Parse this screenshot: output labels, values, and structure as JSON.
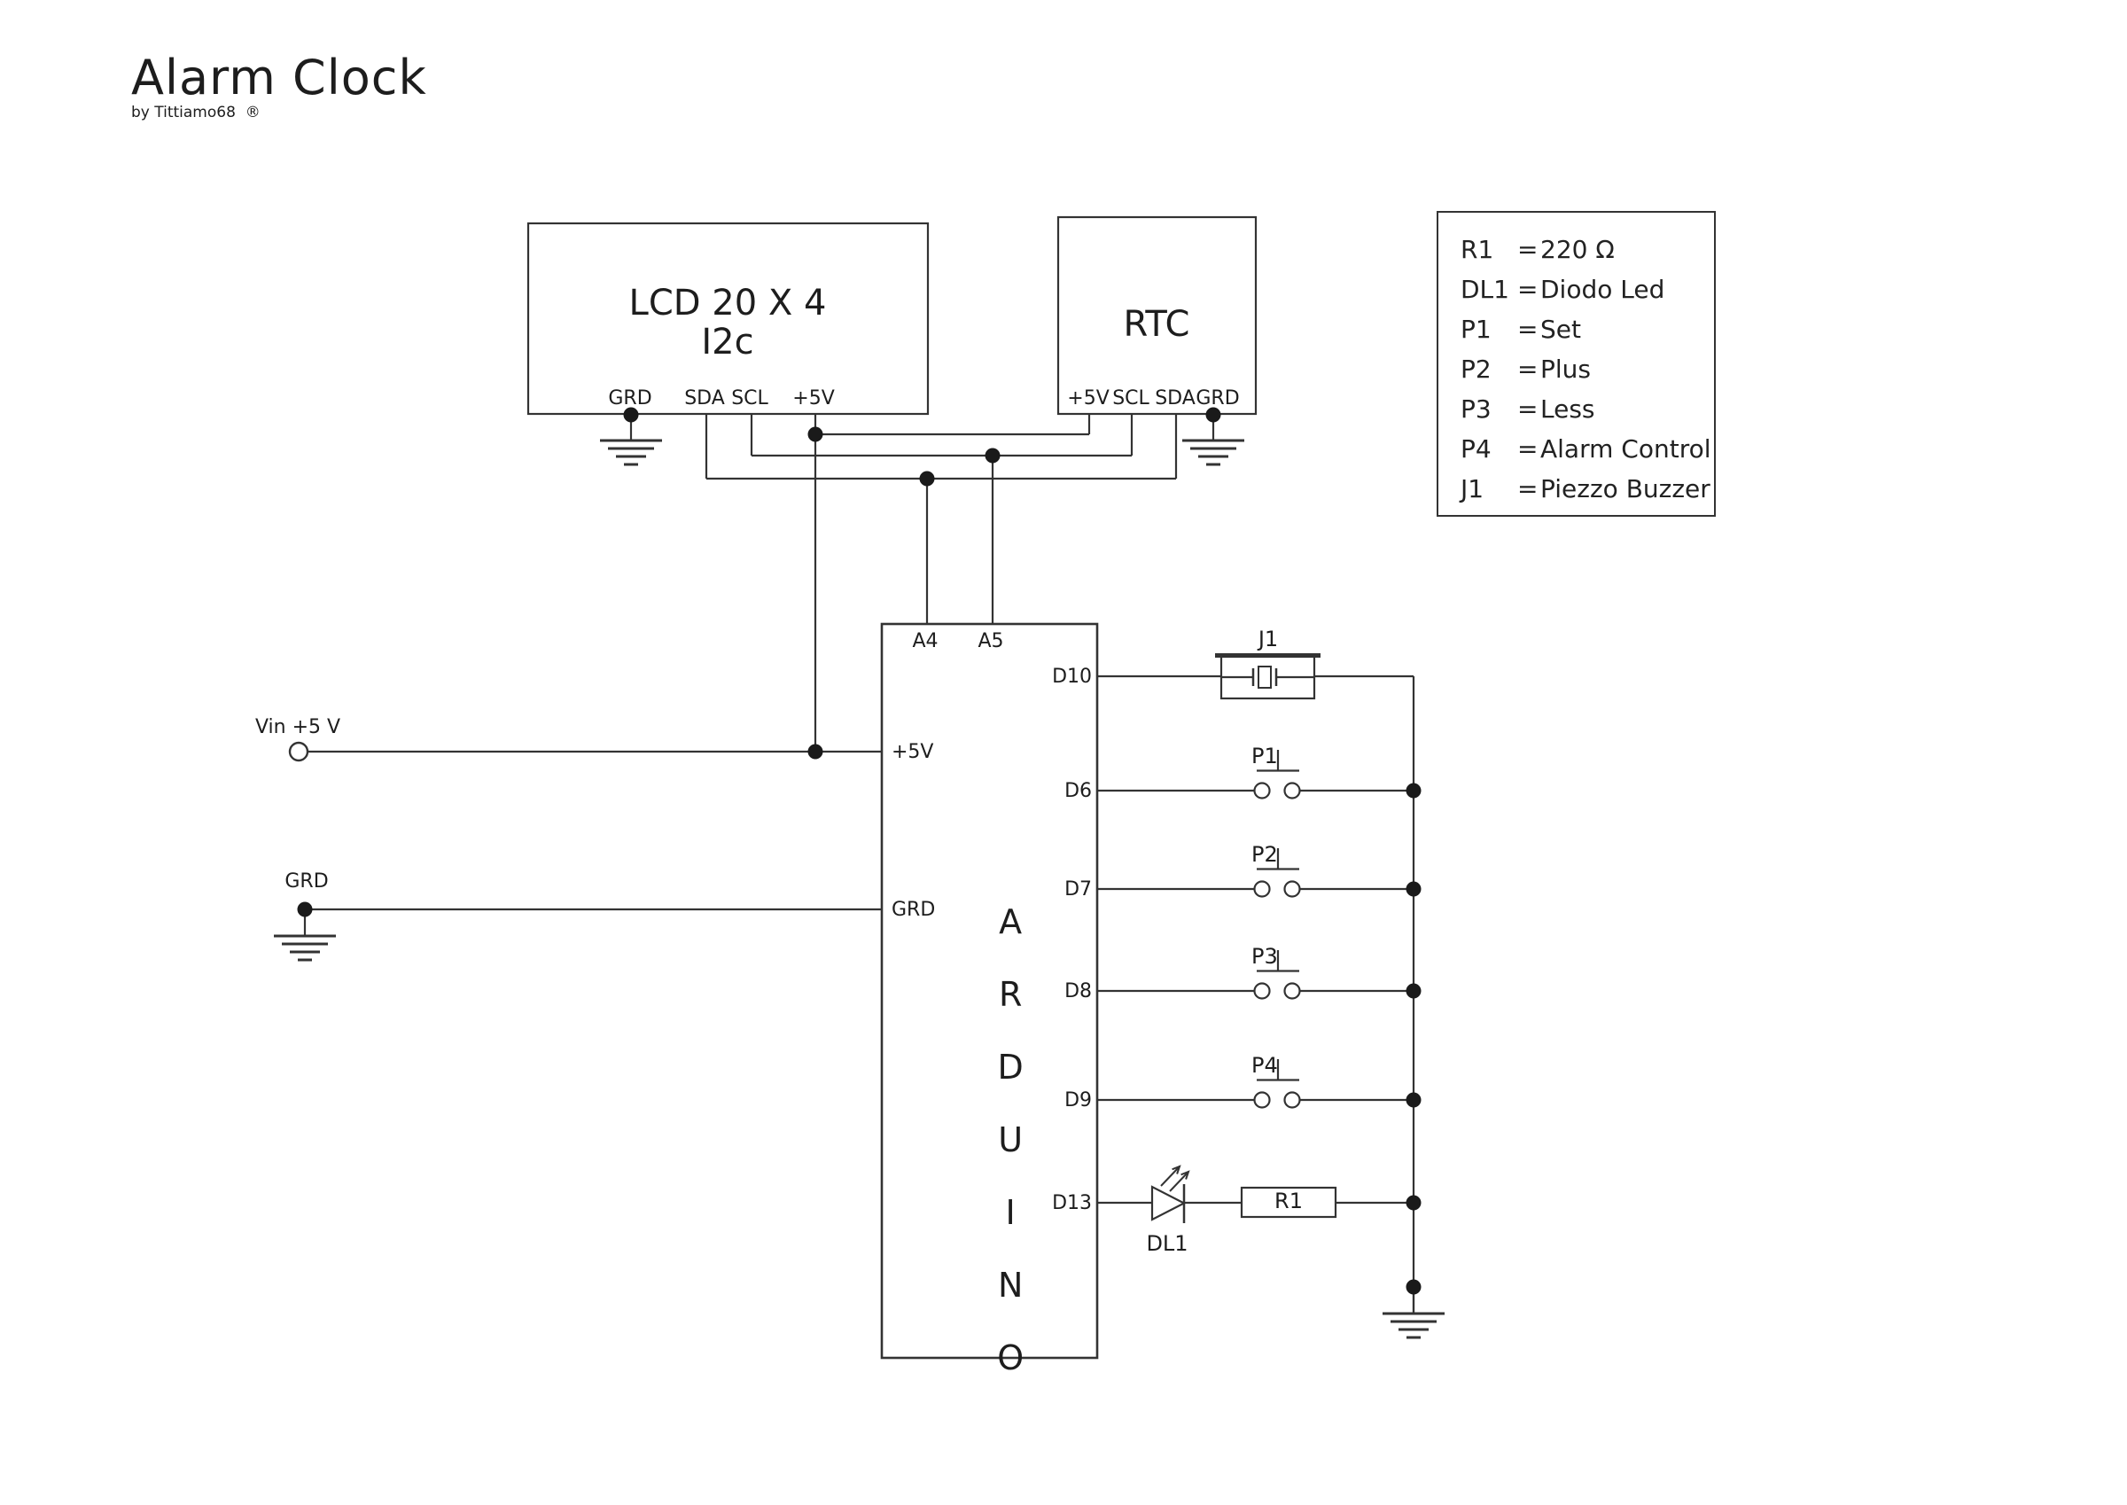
{
  "header": {
    "title": "Alarm Clock",
    "byline": "by Tittiamo68  ®"
  },
  "colors": {
    "stroke": "#333333",
    "dot": "#1a1a1a",
    "background": "#ffffff"
  },
  "lcd": {
    "line1": "LCD 20 X 4",
    "line2": "I2c",
    "pins": [
      "GRD",
      "SDA",
      "SCL",
      "+5V"
    ]
  },
  "rtc": {
    "title": "RTC",
    "pins": [
      "+5V",
      "SCL",
      "SDA",
      "GRD"
    ]
  },
  "arduino": {
    "letters": [
      "A",
      "R",
      "D",
      "U",
      "I",
      "N",
      "O"
    ],
    "top_pins": [
      "A4",
      "A5"
    ],
    "left_pins": [
      "+5V",
      "GRD"
    ],
    "right_pins": [
      "D10",
      "D6",
      "D7",
      "D8",
      "D9",
      "D13"
    ]
  },
  "components": {
    "buzzer_label": "J1",
    "buttons": [
      "P1",
      "P2",
      "P3",
      "P4"
    ],
    "led_label": "DL1",
    "resistor_label": "R1"
  },
  "terminals": {
    "vin_label": "Vin +5 V",
    "grd_label": "GRD"
  },
  "legend": {
    "items": [
      {
        "name": "R1",
        "eq": "=",
        "value": "220 Ω"
      },
      {
        "name": "DL1",
        "eq": "=",
        "value": "Diodo Led"
      },
      {
        "name": "P1",
        "eq": "=",
        "value": "Set"
      },
      {
        "name": "P2",
        "eq": "=",
        "value": "Plus"
      },
      {
        "name": "P3",
        "eq": "=",
        "value": "Less"
      },
      {
        "name": "P4",
        "eq": "=",
        "value": "Alarm Control"
      },
      {
        "name": "J1",
        "eq": "=",
        "value": "Piezzo Buzzer"
      }
    ]
  }
}
